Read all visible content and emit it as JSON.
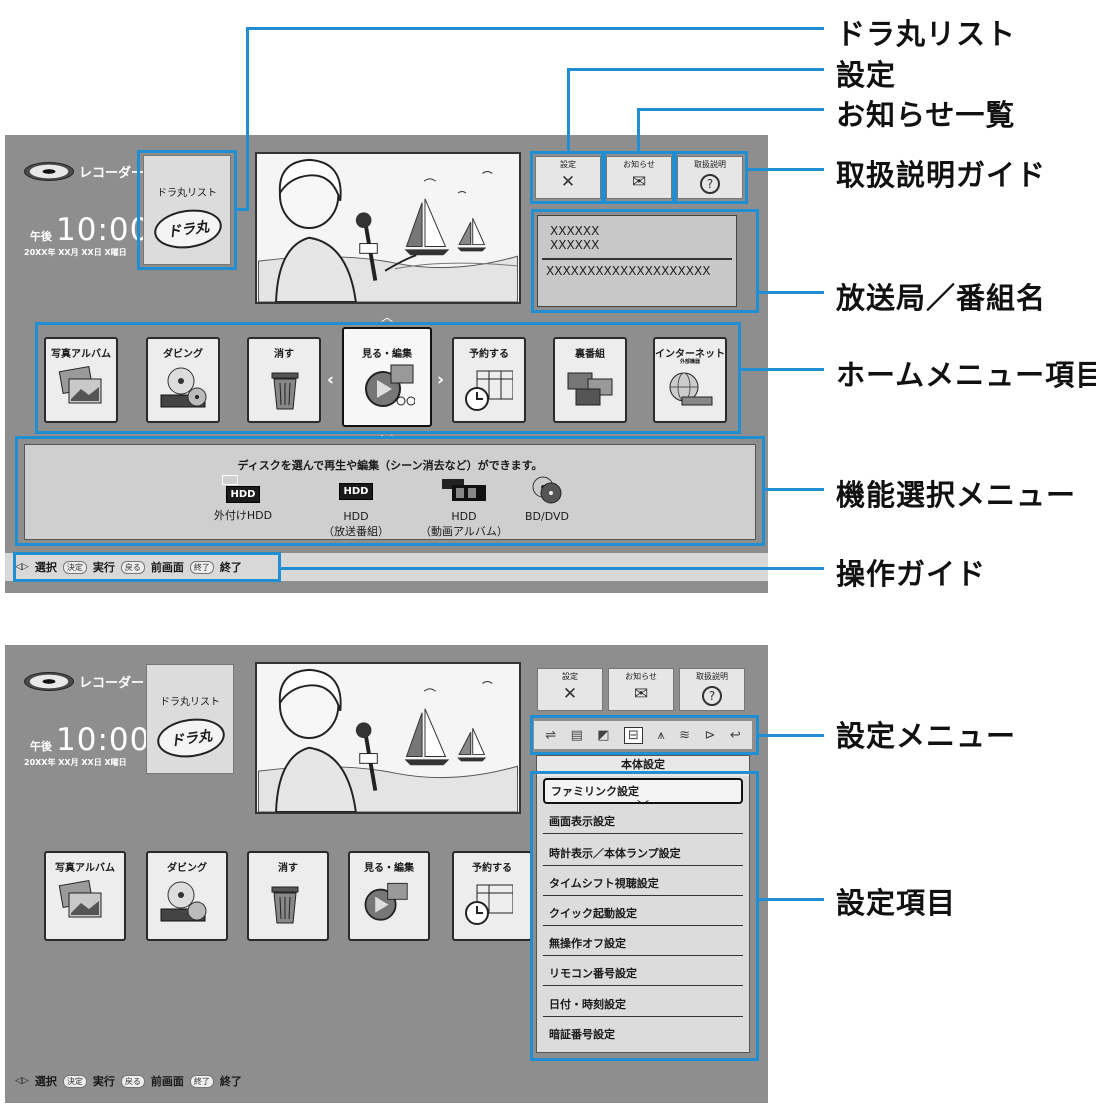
{
  "callouts": {
    "dora_list": "ドラ丸リスト",
    "settings": "設定",
    "notices": "お知らせ一覧",
    "manual": "取扱説明ガイド",
    "channel_program": "放送局／番組名",
    "home_menu": "ホームメニュー項目",
    "func_menu": "機能選択メニュー",
    "op_guide": "操作ガイド",
    "settings_menu": "設定メニュー",
    "settings_items": "設定項目"
  },
  "screen": {
    "recorder_label": "レコーダー",
    "clock_ampm": "午後",
    "clock_time": "10:00",
    "date": "20XX年 XX月 XX日 X曜日",
    "dora_list_title": "ドラ丸リスト",
    "dora_logo": "ドラ丸",
    "top_buttons": {
      "settings": {
        "label": "設定",
        "icon": "✕"
      },
      "notices": {
        "label": "お知らせ",
        "icon": "✉"
      },
      "manual": {
        "label": "取扱説明",
        "icon": "?"
      }
    },
    "channel": {
      "line1": "XXXXXX",
      "line2": "XXXXXX",
      "line3": "XXXXXXXXXXXXXXXXXXXX"
    },
    "menu_tiles": [
      {
        "label": "写真アルバム",
        "icon": "photo-album-icon"
      },
      {
        "label": "ダビング",
        "icon": "dubbing-icon"
      },
      {
        "label": "消す",
        "icon": "trash-icon"
      },
      {
        "label": "見る・編集",
        "icon": "play-edit-icon"
      },
      {
        "label": "予約する",
        "icon": "timer-record-icon"
      },
      {
        "label": "裏番組",
        "icon": "other-programs-icon"
      },
      {
        "label": "インターネット",
        "sub": "外部機器",
        "icon": "internet-icon"
      }
    ],
    "func_menu": {
      "description": "ディスクを選んで再生や編集（シーン消去など）ができます。",
      "items": [
        {
          "box": "HDD",
          "label1": "外付けHDD",
          "label2": ""
        },
        {
          "box": "HDD",
          "label1": "HDD",
          "label2": "（放送番組）"
        },
        {
          "box": "",
          "label1": "HDD",
          "label2": "（動画アルバム）"
        },
        {
          "box": "",
          "label1": "BD/DVD",
          "label2": ""
        }
      ]
    },
    "guide": {
      "select_key": "◁▷",
      "select": "選択",
      "enter_key": "決定",
      "enter": "実行",
      "back_key": "戻る",
      "back": "前画面",
      "exit_key": "終了",
      "exit": "終了"
    },
    "settings_panel": {
      "heading": "本体設定",
      "items": [
        "ファミリンク設定",
        "画面表示設定",
        "時計表示／本体ランプ設定",
        "タイムシフト視聴設定",
        "クイック起動設定",
        "無操作オフ設定",
        "リモコン番号設定",
        "日付・時刻設定",
        "暗証番号設定"
      ]
    }
  },
  "colors": {
    "callout_line": "#1f8fd2",
    "screen_bg": "#8e8e8e"
  }
}
